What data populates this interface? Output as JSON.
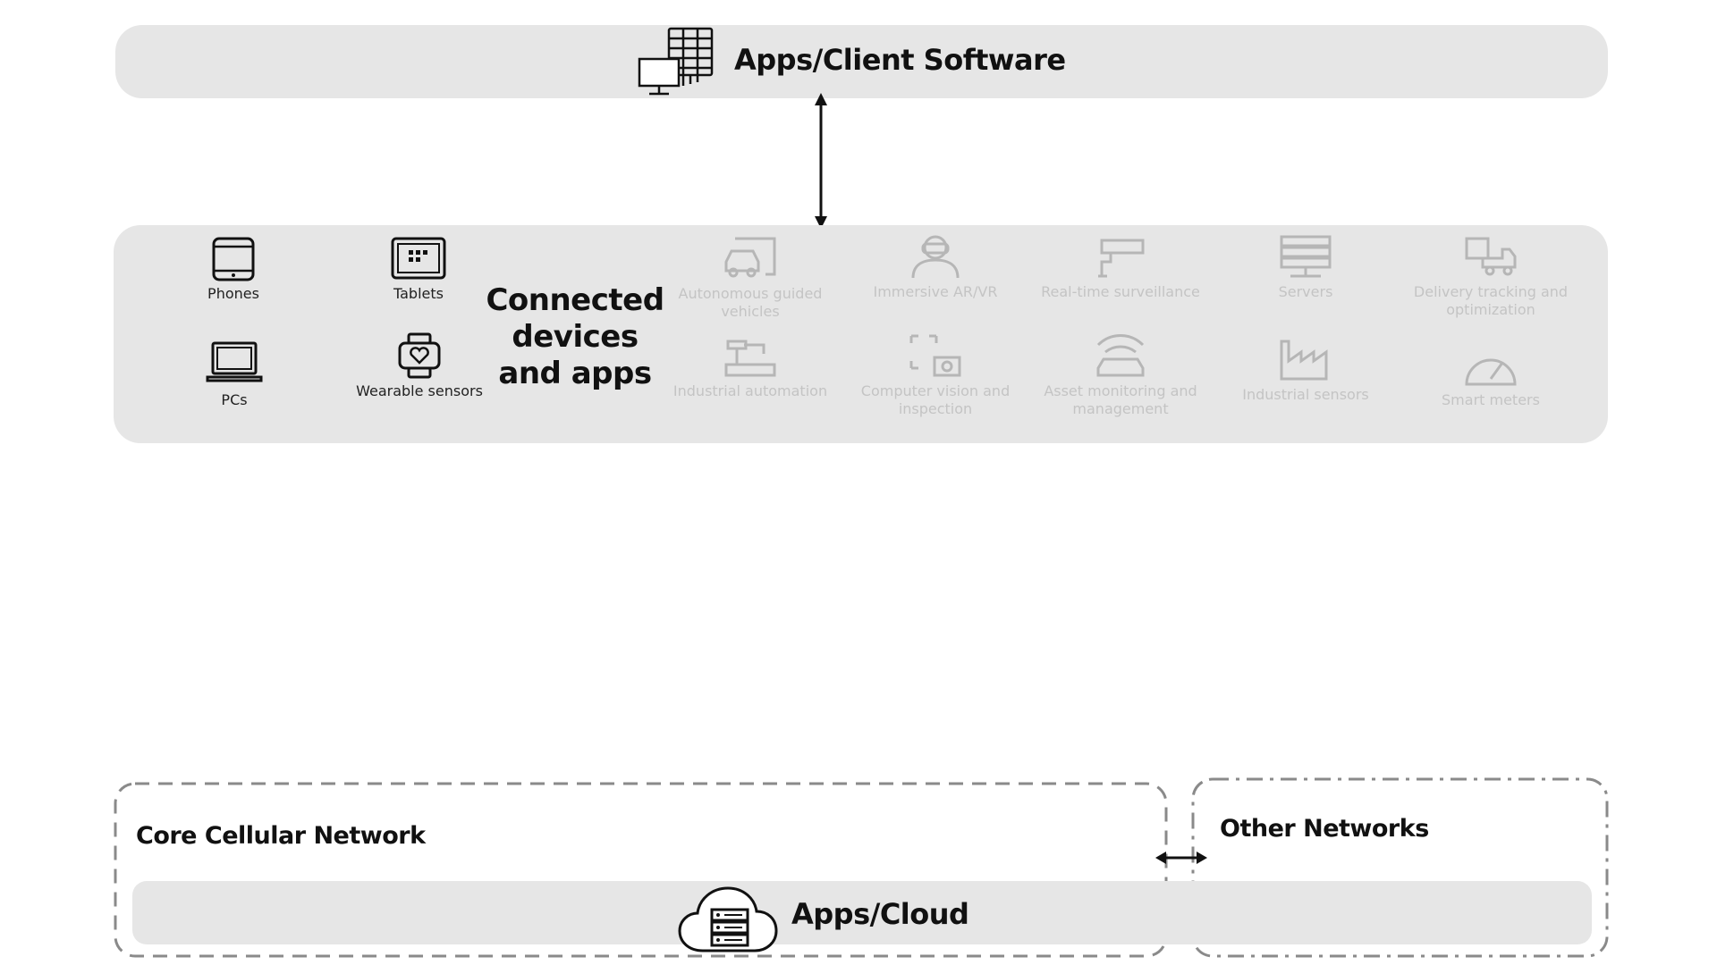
{
  "top_band": {
    "title": "Apps/Client Software",
    "icon": "computer-server-icon"
  },
  "middle_band": {
    "title": "Connected devices and apps",
    "active_devices": [
      {
        "label": "Phones",
        "icon": "phone-icon"
      },
      {
        "label": "Tablets",
        "icon": "tablet-icon"
      },
      {
        "label": "PCs",
        "icon": "laptop-icon"
      },
      {
        "label": "Wearable sensors",
        "icon": "wearable-icon"
      }
    ],
    "faded_apps": [
      {
        "label": "Autonomous guided vehicles",
        "icon": "vehicle-icon"
      },
      {
        "label": "Immersive AR/VR",
        "icon": "vr-headset-icon"
      },
      {
        "label": "Real-time surveillance",
        "icon": "camera-icon"
      },
      {
        "label": "Servers",
        "icon": "server-rack-icon"
      },
      {
        "label": "Delivery tracking and optimization",
        "icon": "delivery-truck-icon"
      },
      {
        "label": "Industrial automation",
        "icon": "robot-arm-icon"
      },
      {
        "label": "Computer vision and inspection",
        "icon": "scan-icon"
      },
      {
        "label": "Asset monitoring and management",
        "icon": "car-signal-icon"
      },
      {
        "label": "Industrial sensors",
        "icon": "factory-icon"
      },
      {
        "label": "Smart meters",
        "icon": "gauge-icon"
      }
    ]
  },
  "core_network": {
    "title": "Core Cellular Network",
    "cloud_title": "Apps/Cloud",
    "icon": "cloud-server-icon"
  },
  "other_networks": {
    "title": "Other Networks"
  },
  "colors": {
    "band": "#e6e6e6",
    "dash": "#8a8a8a",
    "faded_text": "#c4c4c4",
    "ink": "#111111"
  }
}
